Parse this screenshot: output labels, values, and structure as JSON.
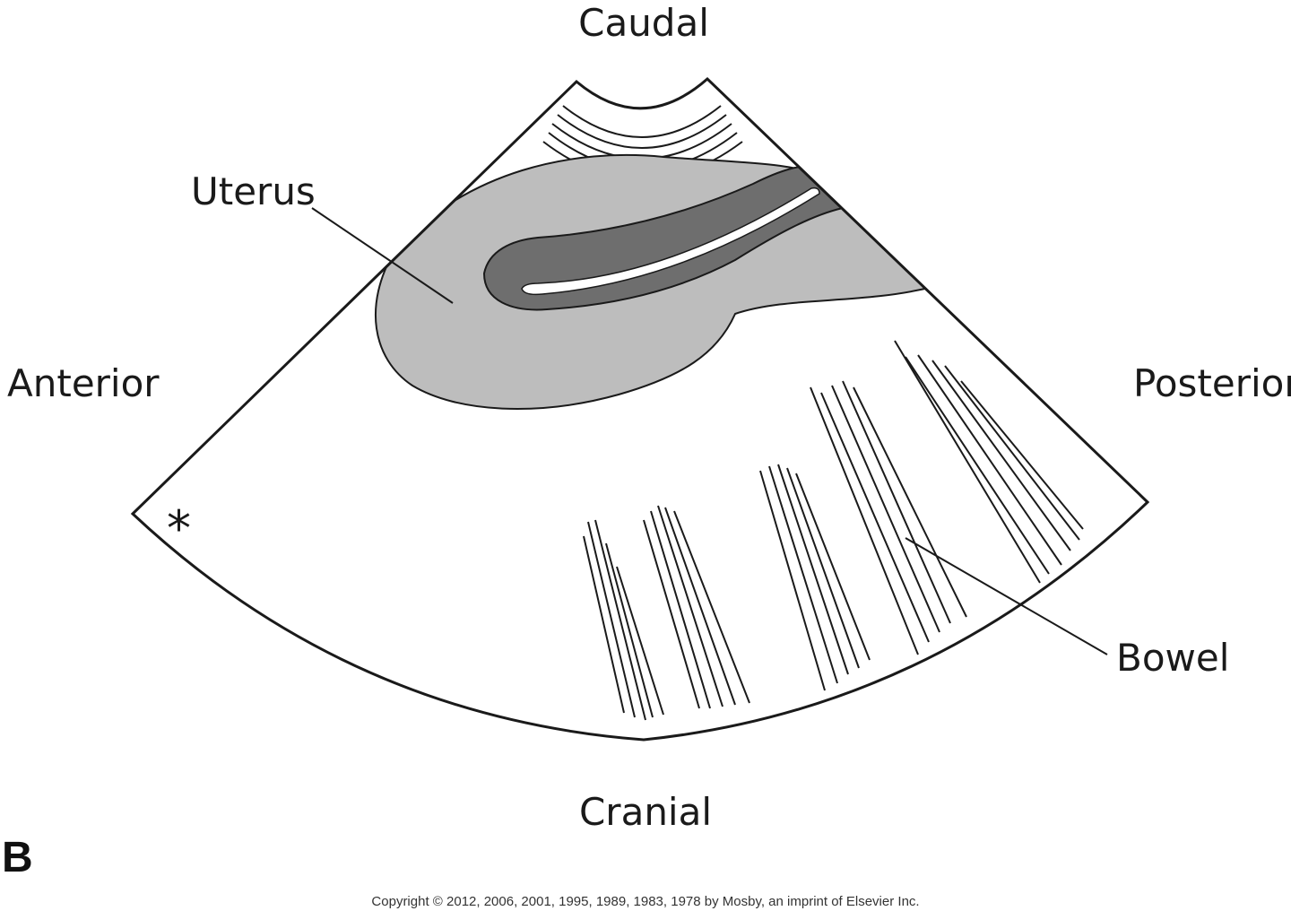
{
  "labels": {
    "top": "Caudal",
    "bottom": "Cranial",
    "left": "Anterior",
    "right": "Posterior",
    "uterus": "Uterus",
    "bowel": "Bowel",
    "asterisk": "*"
  },
  "panel_letter": "B",
  "copyright": "Copyright © 2012, 2006, 2001, 1995, 1989, 1983, 1978 by Mosby, an imprint of Elsevier Inc.",
  "colors": {
    "outline": "#1a1a1a",
    "uterus_fill": "#bdbdbd",
    "endometrium_fill": "#6e6e6e",
    "cavity_fill": "#ffffff"
  }
}
